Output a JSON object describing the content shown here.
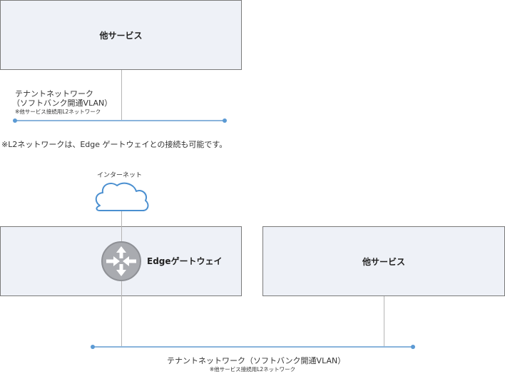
{
  "top_service_box": {
    "title": "他サービス"
  },
  "top_network": {
    "line1": "テナントネットワーク",
    "line2": "（ソフトバンク開通VLAN）",
    "note": "※他サービス接続用L2ネットワーク"
  },
  "footnote": "※L2ネットワークは、Edge ゲートウェイとの接続も可能です。",
  "internet": {
    "label": "インターネット"
  },
  "edge_box": {
    "label": "Edgeゲートウェイ"
  },
  "right_service_box": {
    "title": "他サービス"
  },
  "bottom_network": {
    "label": "テナントネットワーク（ソフトバンク開通VLAN）",
    "note": "※他サービス接続用L2ネットワーク"
  },
  "colors": {
    "box_fill": "#eef1f7",
    "box_border": "#7a7a7a",
    "network_line": "#8ab4dc",
    "network_dot": "#5b9ad4",
    "connector": "#b5b5b5",
    "cloud_stroke": "#4a8fd0",
    "router_fill": "#a9abb0"
  },
  "icons": [
    "cloud-icon",
    "router-icon"
  ]
}
